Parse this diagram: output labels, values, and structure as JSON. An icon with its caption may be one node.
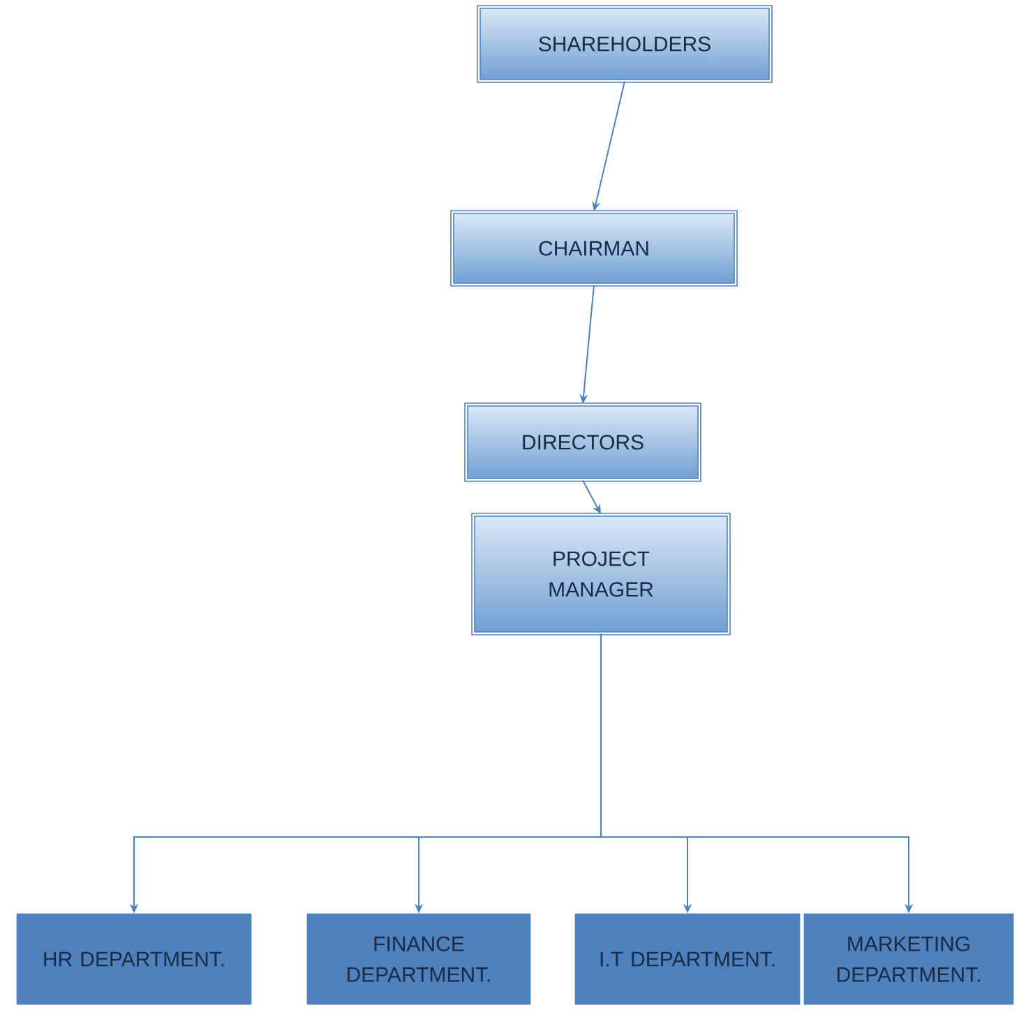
{
  "diagram": {
    "nodes": [
      {
        "text": [
          "SHAREHOLDERS"
        ]
      },
      {
        "text": [
          "CHAIRMAN"
        ]
      },
      {
        "text": [
          "DIRECTORS"
        ]
      },
      {
        "text": [
          "PROJECT MANAGER"
        ]
      },
      {
        "text": [
          "HR DEPARTMENT."
        ]
      },
      {
        "text": [
          "FINANCE DEPARTMENT."
        ]
      },
      {
        "text": [
          "I.T DEPARTMENT."
        ]
      },
      {
        "text": [
          "MARKETING DEPARTMENT."
        ]
      }
    ],
    "edges": [
      {
        "from": 0,
        "to": 1,
        "arrow": "to"
      },
      {
        "from": 1,
        "to": 2,
        "arrow": "to"
      },
      {
        "from": 2,
        "to": 3,
        "arrow": "to"
      },
      {
        "from": 3,
        "to": 4,
        "arrow": "to"
      },
      {
        "from": 3,
        "to": 5,
        "arrow": "to"
      },
      {
        "from": 3,
        "to": 6,
        "arrow": "to"
      },
      {
        "from": 3,
        "to": 7,
        "arrow": "to"
      }
    ]
  }
}
